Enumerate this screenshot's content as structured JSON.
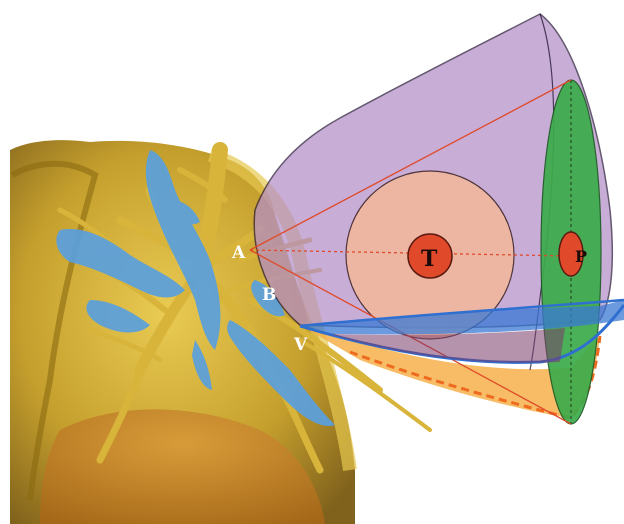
{
  "figure": {
    "labels": {
      "a": "A",
      "b": "B",
      "v": "V",
      "t": "T",
      "p": "P"
    },
    "colors": {
      "background": "#ffffff",
      "anatomy": "#c8a72a",
      "anatomy_dark": "#8a6a10",
      "vessels": "#5aa0de",
      "cone": "#b48ec8",
      "sphere_outer": "#f3b89a",
      "target": "#e04a2a",
      "plane": "#3cab4a",
      "blue_plane": "#2e6fd0",
      "dashed_edge": "#ee6a1e",
      "shadow": "#f6b04a"
    },
    "icons": [
      "lung-volume-render",
      "insertion-cone",
      "target-sphere",
      "projection-plane"
    ]
  }
}
